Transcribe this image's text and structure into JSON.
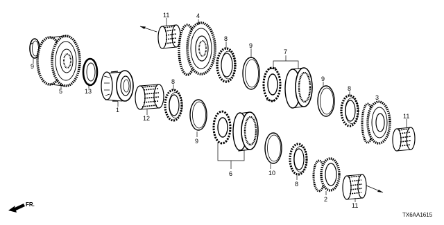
{
  "diagram": {
    "diagram_code": "TX6AA1615",
    "front_indicator": "FR.",
    "callouts": [
      {
        "id": "c1",
        "label": "1"
      },
      {
        "id": "c2",
        "label": "2"
      },
      {
        "id": "c3",
        "label": "3"
      },
      {
        "id": "c4",
        "label": "4"
      },
      {
        "id": "c5",
        "label": "5"
      },
      {
        "id": "c6",
        "label": "6"
      },
      {
        "id": "c7",
        "label": "7"
      },
      {
        "id": "c8a",
        "label": "8"
      },
      {
        "id": "c8b",
        "label": "8"
      },
      {
        "id": "c8c",
        "label": "8"
      },
      {
        "id": "c8d",
        "label": "8"
      },
      {
        "id": "c9a",
        "label": "9"
      },
      {
        "id": "c9b",
        "label": "9"
      },
      {
        "id": "c9c",
        "label": "9"
      },
      {
        "id": "c9d",
        "label": "9"
      },
      {
        "id": "c10",
        "label": "10"
      },
      {
        "id": "c11a",
        "label": "11"
      },
      {
        "id": "c11b",
        "label": "11"
      },
      {
        "id": "c11c",
        "label": "11"
      },
      {
        "id": "c12",
        "label": "12"
      },
      {
        "id": "c13",
        "label": "13"
      }
    ]
  }
}
